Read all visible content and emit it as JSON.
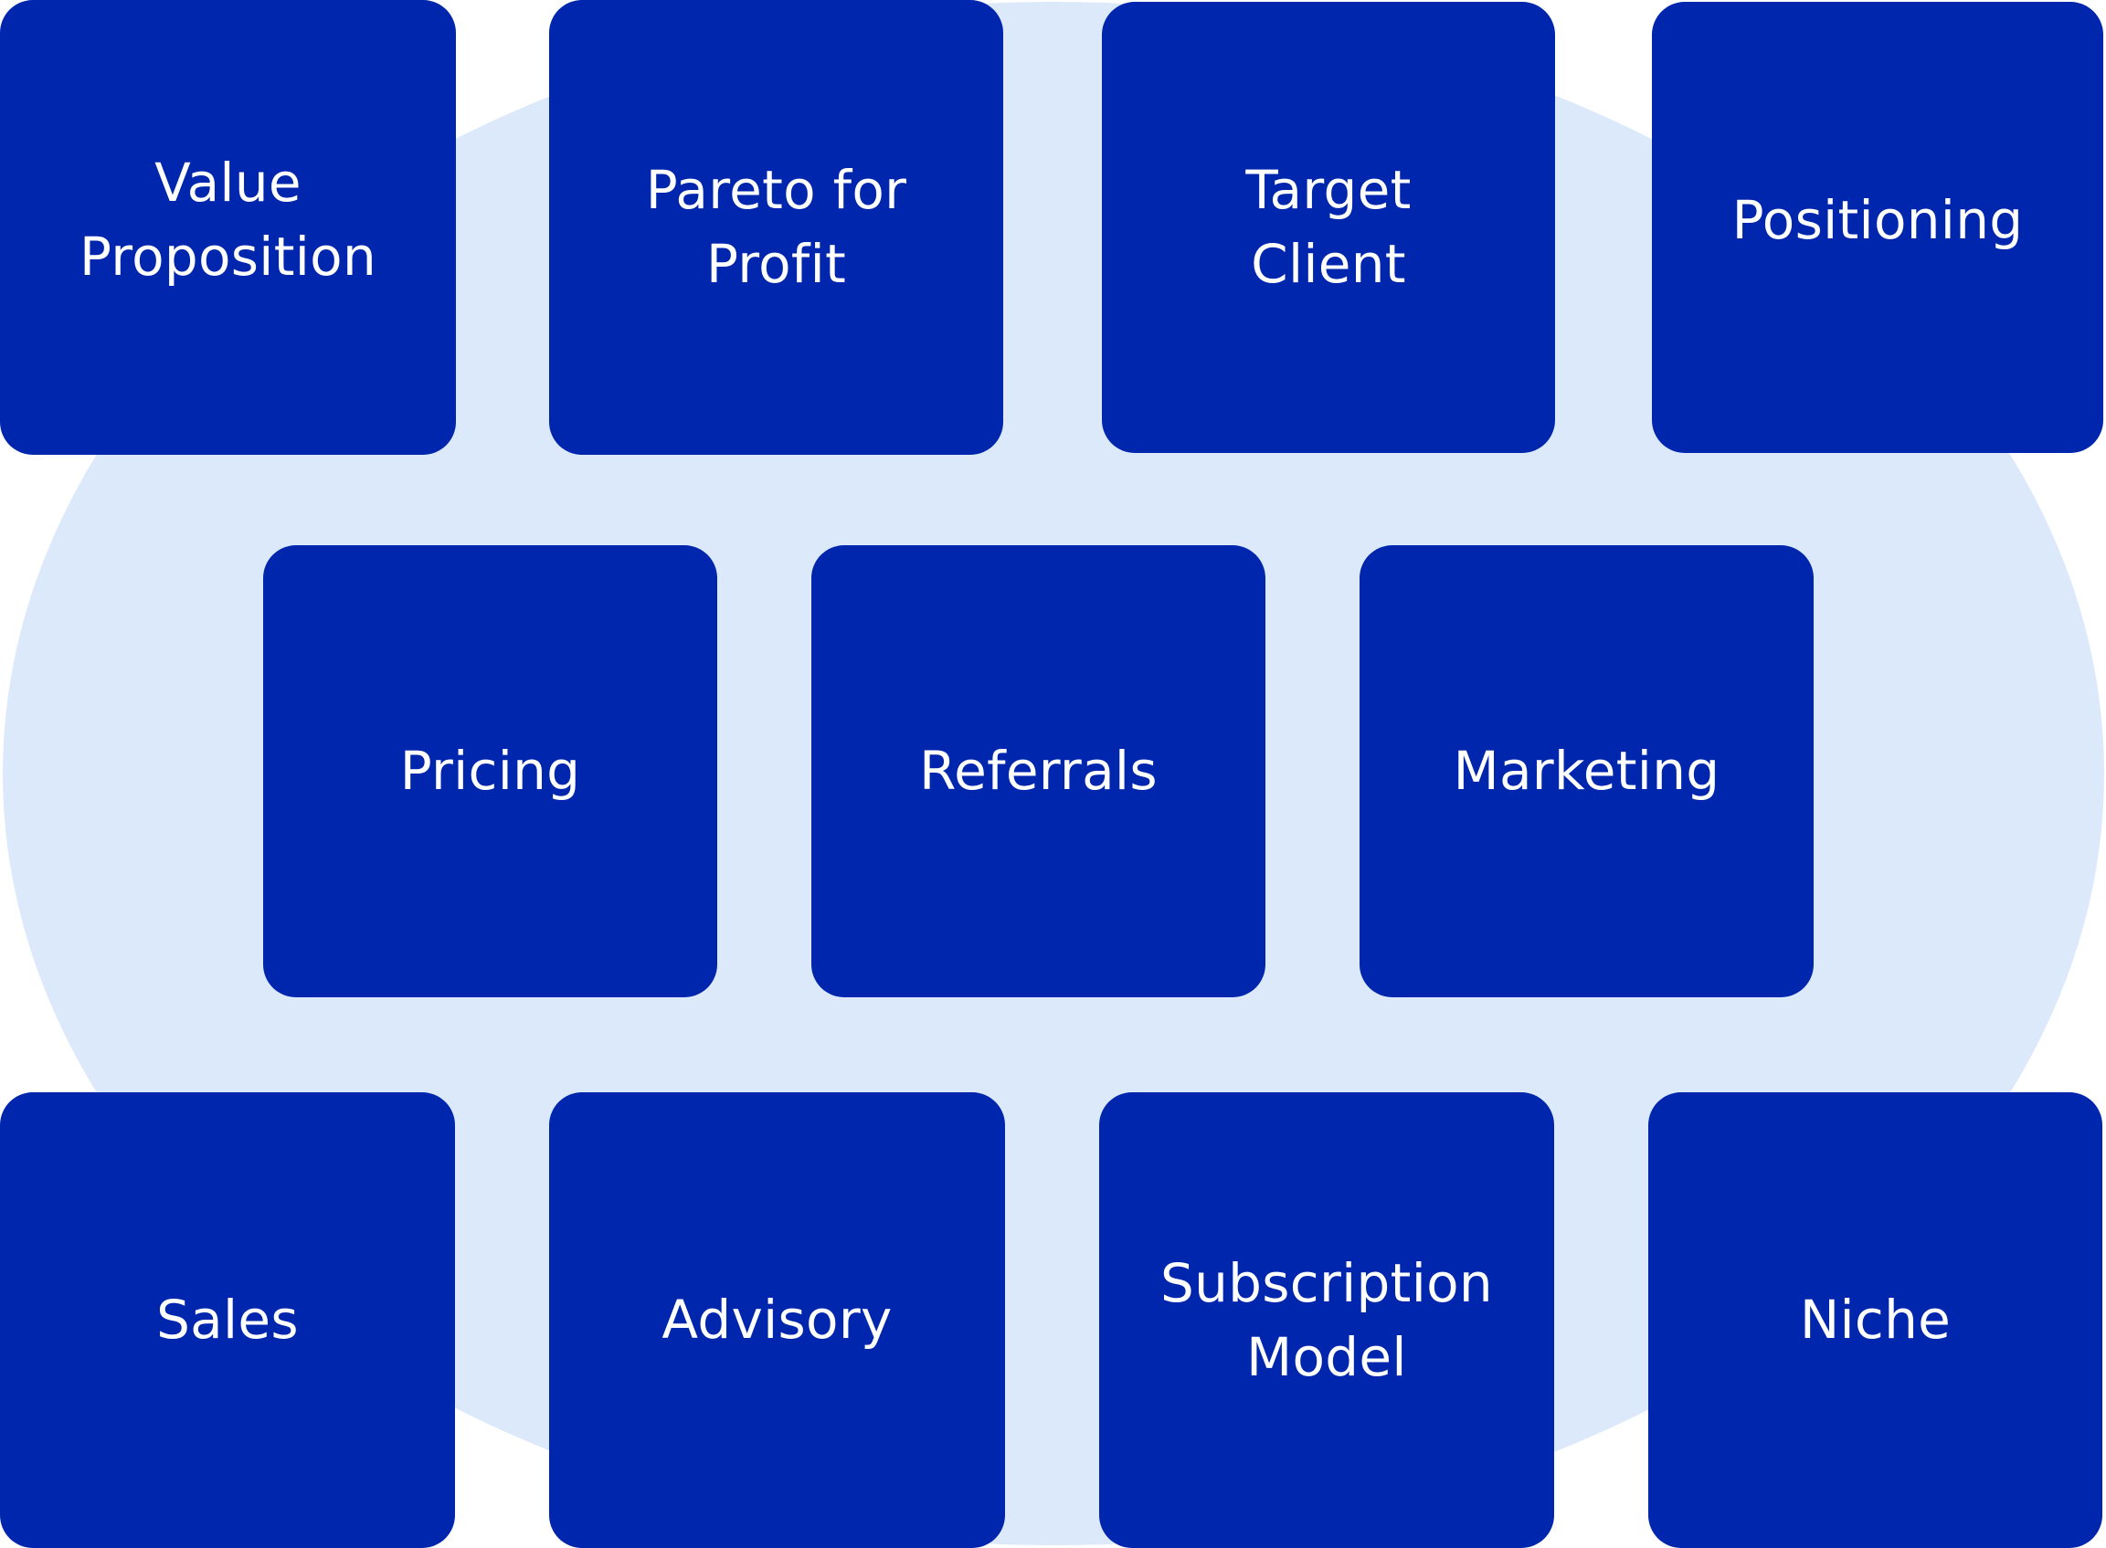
{
  "colors": {
    "tile": "#0026ad",
    "backdrop": "#dbe9fb",
    "text": "#ffffff",
    "background": "#ffffff"
  },
  "rows": [
    {
      "tiles": [
        {
          "label": "Value\nProposition"
        },
        {
          "label": "Pareto for\nProfit"
        },
        {
          "label": "Target\nClient"
        },
        {
          "label": "Positioning"
        }
      ]
    },
    {
      "tiles": [
        {
          "label": "Pricing"
        },
        {
          "label": "Referrals"
        },
        {
          "label": "Marketing"
        }
      ]
    },
    {
      "tiles": [
        {
          "label": "Sales"
        },
        {
          "label": "Advisory"
        },
        {
          "label": "Subscription\nModel"
        },
        {
          "label": "Niche"
        }
      ]
    }
  ]
}
